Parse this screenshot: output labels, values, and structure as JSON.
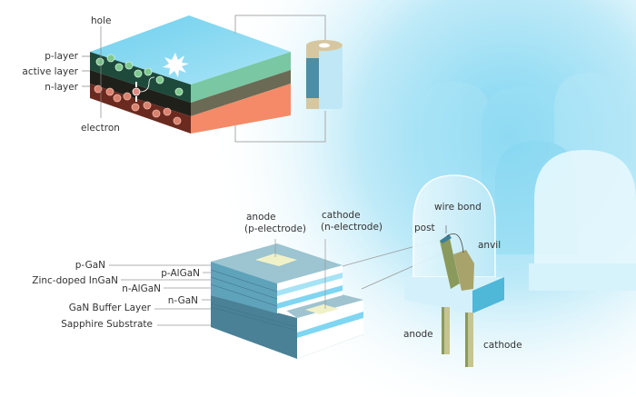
{
  "top_diagram": {
    "labels": {
      "hole": "hole",
      "p_layer": "p-layer",
      "active_layer": "active layer",
      "n_layer": "n-layer",
      "electron": "electron"
    }
  },
  "chip_diagram": {
    "labels": {
      "anode": "anode",
      "anode_sub": "(p-electrode)",
      "cathode": "cathode",
      "cathode_sub": "(n-electrode)",
      "p_gan": "p-GaN",
      "p_algan": "p-AlGaN",
      "zinc_ingan": "Zinc-doped InGaN",
      "n_algan": "n-AlGaN",
      "n_gan": "n-GaN",
      "gan_buffer": "GaN Buffer Layer",
      "sapphire": "Sapphire Substrate"
    }
  },
  "led_diagram": {
    "labels": {
      "wire_bond": "wire bond",
      "post": "post",
      "anvil": "anvil",
      "anode": "anode",
      "cathode": "cathode"
    }
  },
  "colors": {
    "glow": "#7fd6f2",
    "p_layer": "#1e4a3c",
    "n_layer": "#6b2a20",
    "chip_blue": "#4a8fa6"
  }
}
